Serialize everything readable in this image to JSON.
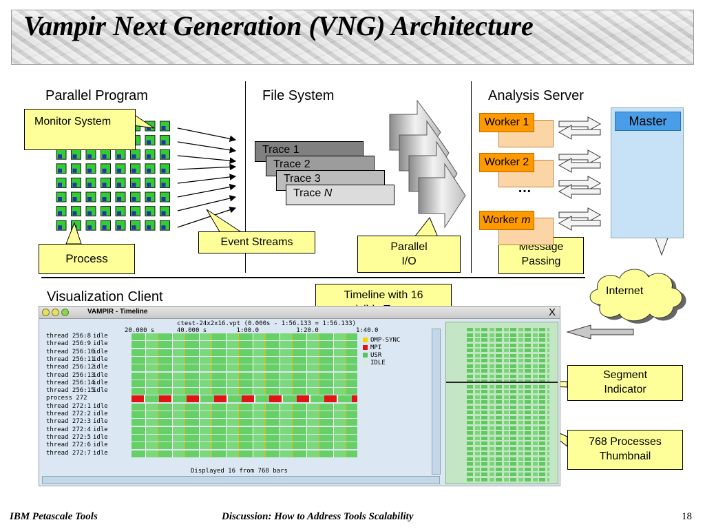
{
  "slide": {
    "title": "Vampir Next Generation (VNG) Architecture",
    "footer_left": "IBM Petascale Tools",
    "footer_center": "Discussion: How to Address Tools Scalability",
    "page_number": "18"
  },
  "sections": {
    "parallel_program": "Parallel Program",
    "file_system": "File System",
    "analysis_server": "Analysis Server",
    "visualization_client": "Visualization Client"
  },
  "callouts": {
    "monitor_system": "Monitor System",
    "process": "Process",
    "event_streams": "Event Streams",
    "parallel_io_line1": "Parallel",
    "parallel_io_line2": "I/O",
    "message_passing_line1": "Message",
    "message_passing_line2": "Passing",
    "timeline_line1": "Timeline with 16",
    "timeline_line2": "visible Traces",
    "segment_line1": "Segment",
    "segment_line2": "Indicator",
    "thumbnail_line1": "768 Processes",
    "thumbnail_line2": "Thumbnail",
    "internet": "Internet"
  },
  "traces": [
    "Trace 1",
    "Trace 2",
    "Trace 3"
  ],
  "trace_n": {
    "prefix": "Trace ",
    "italic": "N"
  },
  "workers": {
    "worker1": "Worker 1",
    "worker2": "Worker 2",
    "worker_m_prefix": "Worker ",
    "worker_m_italic": "m",
    "ellipsis": "…",
    "master": "Master"
  },
  "vampir": {
    "window_title": "VAMPIR - Timeline",
    "close_glyph": "X",
    "file_line": "ctest-24x2x16.vpt (0.000s - 1:56.133 = 1:56.133)",
    "time_axis": "20.000 s      40.000 s        1:00.0          1:20.0          1:40.0",
    "rows": [
      {
        "label": "thread 256:8",
        "state": "idle"
      },
      {
        "label": "thread 256:9",
        "state": "idle"
      },
      {
        "label": "thread 256:10",
        "state": "idle"
      },
      {
        "label": "thread 256:11",
        "state": "idle"
      },
      {
        "label": "thread 256:12",
        "state": "idle"
      },
      {
        "label": "thread 256:13",
        "state": "idle"
      },
      {
        "label": "thread 256:14",
        "state": "idle"
      },
      {
        "label": "thread 256:15",
        "state": "idle"
      },
      {
        "label": "process 272",
        "state": ""
      },
      {
        "label": "thread 272:1",
        "state": "idle"
      },
      {
        "label": "thread 272:2",
        "state": "idle"
      },
      {
        "label": "thread 272:3",
        "state": "idle"
      },
      {
        "label": "thread 272:4",
        "state": "idle"
      },
      {
        "label": "thread 272:5",
        "state": "idle"
      },
      {
        "label": "thread 272:6",
        "state": "idle"
      },
      {
        "label": "thread 272:7",
        "state": "idle"
      }
    ],
    "legend": [
      {
        "label": "OMP-SYNC",
        "color": "#f2d400"
      },
      {
        "label": "MPI",
        "color": "#e01414"
      },
      {
        "label": "USR",
        "color": "#55c455"
      },
      {
        "label": "IDLE",
        "color": "#d8ecd8"
      }
    ],
    "status_line": "Displayed 16 from 768 bars"
  },
  "colors": {
    "note_fill": "#ffff99",
    "worker_orange": "#ff9900",
    "master_blue": "#4a9ee8",
    "node_green": "#33cc33",
    "node_blue": "#2233aa"
  }
}
